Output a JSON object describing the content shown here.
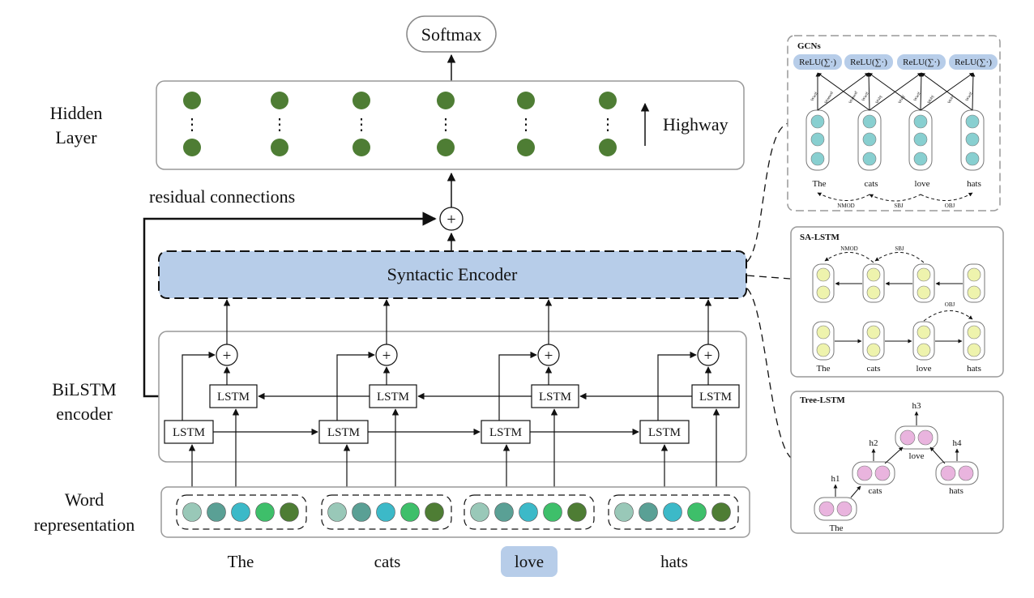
{
  "labels": {
    "hidden_layer": [
      "Hidden",
      "Layer"
    ],
    "bilstm_encoder": [
      "BiLSTM",
      "encoder"
    ],
    "word_representation": [
      "Word",
      "representation"
    ],
    "softmax": "Softmax",
    "highway": "Highway",
    "residual": "residual connections",
    "syntactic_encoder": "Syntactic Encoder",
    "lstm": "LSTM",
    "plus": "+",
    "dots": "⋮"
  },
  "words": [
    "The",
    "cats",
    "love",
    "hats"
  ],
  "highlighted_word": "love",
  "colors": {
    "hidden_node": "#4e7d34",
    "encoder_fill": "#b7cde9",
    "highlight": "#b7cde9",
    "gcn_relu": "#b7cde9",
    "gcn_node": "#88cfd0",
    "salstm_node": "#eef3ad",
    "tree_node": "#e9b4de",
    "word_vec": [
      "#99c8b8",
      "#5aa095",
      "#3cb9c8",
      "#3ebf6a",
      "#4e7d34"
    ]
  },
  "gcn": {
    "title": "GCNs",
    "relu": "ReLU(∑·)",
    "words": [
      "The",
      "cats",
      "love",
      "hats"
    ],
    "arcs": [
      "NMOD",
      "SBJ",
      "OBJ"
    ],
    "weights": [
      "Wself",
      "Wnmod",
      "Wnmod'",
      "Wself",
      "Wsbj",
      "Wsbj'",
      "Wself",
      "Wobj",
      "Wobj'",
      "Wself"
    ]
  },
  "salstm": {
    "title": "SA-LSTM",
    "words": [
      "The",
      "cats",
      "love",
      "hats"
    ],
    "arcs": [
      "NMOD",
      "SBJ",
      "OBJ"
    ]
  },
  "treelstm": {
    "title": "Tree-LSTM",
    "hidden": [
      "h1",
      "h2",
      "h3",
      "h4"
    ],
    "words": [
      "The",
      "cats",
      "love",
      "hats"
    ]
  }
}
